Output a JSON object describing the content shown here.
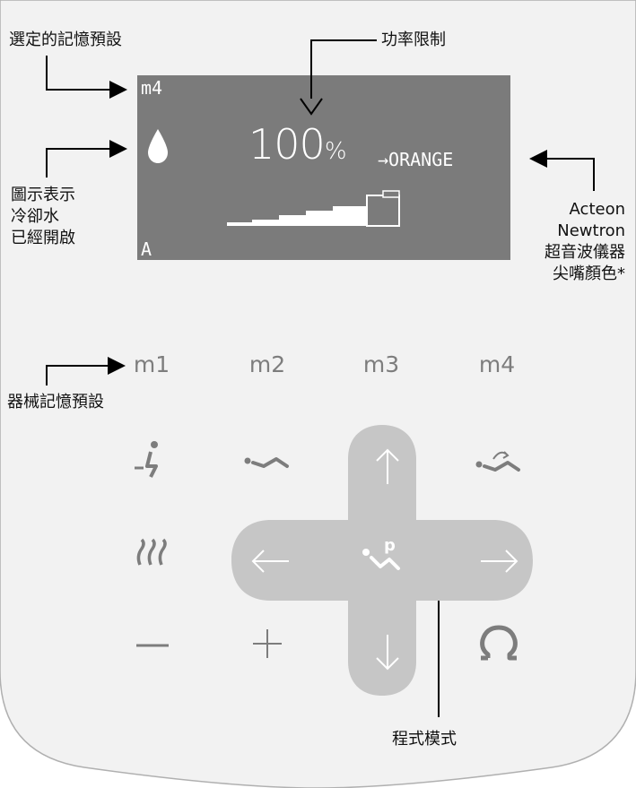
{
  "callouts": {
    "selected_memory_preset": "選定的記憶預設",
    "power_limit": "功率限制",
    "coolant_icon": [
      "圖示表示",
      "冷卻水",
      "已經開啟"
    ],
    "tip_color": [
      "Acteon",
      "Newtron",
      "超音波儀器",
      "尖嘴顏色*"
    ],
    "machine_memory_presets": "器械記憶預設",
    "program_mode": "程式模式"
  },
  "screen": {
    "memory": "m4",
    "power_value": "100",
    "power_unit": "%",
    "tip_color": "→ORANGE",
    "mode": "A",
    "power_level_fraction": 1.0
  },
  "memory_buttons": [
    "m1",
    "m2",
    "m3",
    "m4"
  ],
  "controls": {
    "up": "↑",
    "down": "↓",
    "left": "←",
    "right": "→",
    "program_badge": "p",
    "minus": "—",
    "plus": "+"
  },
  "colors": {
    "panel_fill": "#f2f2f2",
    "panel_stroke": "#b0b0b0",
    "screen": "#7b7b7b",
    "cross": "#c6c6c6",
    "icon_gray": "#7d7d7d"
  }
}
